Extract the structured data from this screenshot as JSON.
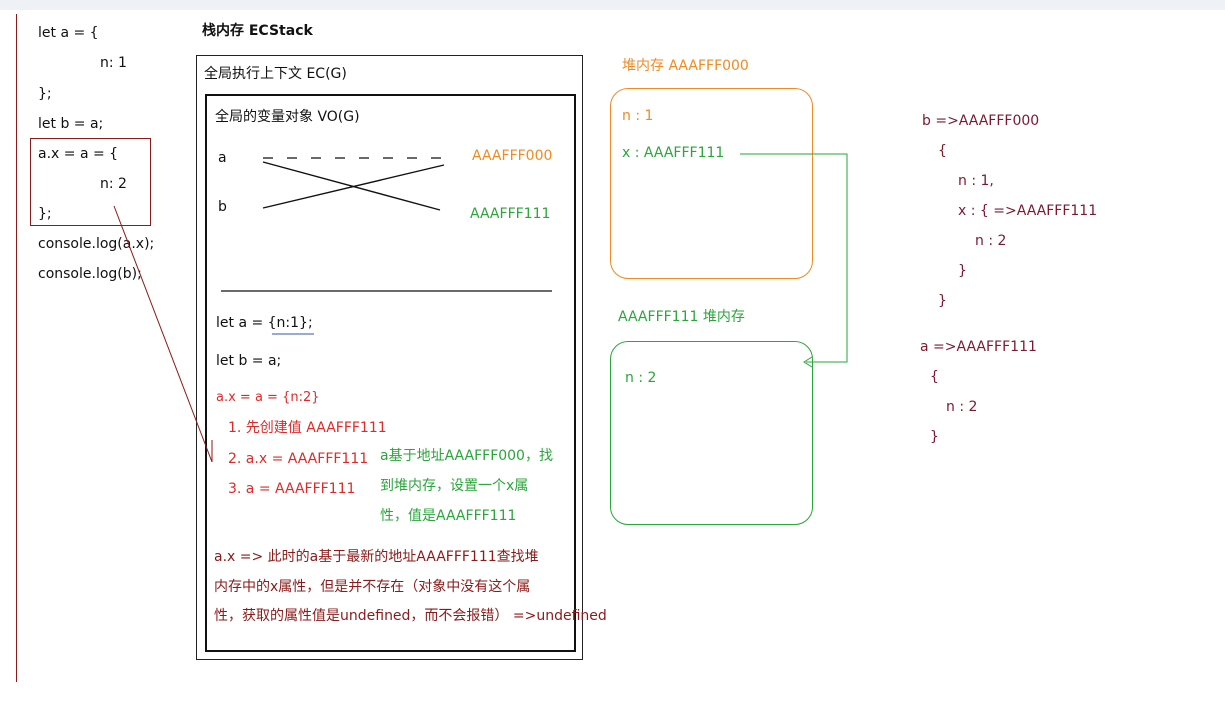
{
  "code": {
    "lines": [
      "let a = {",
      "n: 1",
      "};",
      "let b = a;",
      "a.x = a = {",
      "n: 2",
      "};",
      "console.log(a.x);",
      "console.log(b);"
    ]
  },
  "stack": {
    "title": "栈内存  ECStack",
    "ec_title": "全局执行上下文   EC(G)",
    "vo_title": "全局的变量对象   VO(G)",
    "var_a": "a",
    "var_b": "b",
    "addr1": "AAAFFF000",
    "addr2": "AAAFFF111",
    "steps": {
      "line1": "let a = {n:1};",
      "line2": "let b = a;",
      "line3": "a.x = a = {n:2}",
      "s1": "1. 先创建值 AAAFFF111",
      "s2": "2. a.x = AAAFFF111",
      "s3": "3. a = AAAFFF111",
      "note": [
        "a基于地址AAAFFF000，找",
        "到堆内存，设置一个x属",
        "性，值是AAAFFF111"
      ],
      "explain": [
        "a.x   =>  此时的a基于最新的地址AAAFFF111查找堆",
        "内存中的x属性，但是并不存在（对象中没有这个属",
        "性，获取的属性值是undefined，而不会报错）  =>undefined"
      ]
    }
  },
  "heap1": {
    "title": "堆内存 AAAFFF000",
    "prop_n": "n : 1",
    "prop_x": "x : AAAFFF111"
  },
  "heap2": {
    "title": "AAAFFF111  堆内存",
    "prop_n": "n : 2"
  },
  "result_b": {
    "lines": [
      "b =>AAAFFF000",
      "{",
      "n : 1,",
      "x : {   =>AAAFFF111",
      "n : 2",
      "}",
      "}"
    ]
  },
  "result_a": {
    "lines": [
      "a =>AAAFFF111",
      "{",
      "n : 2",
      "}"
    ]
  },
  "colors": {
    "orange": "#f08a24",
    "green": "#2aa63a",
    "red": "#e02a2a",
    "darkred": "#8b1a1a"
  }
}
